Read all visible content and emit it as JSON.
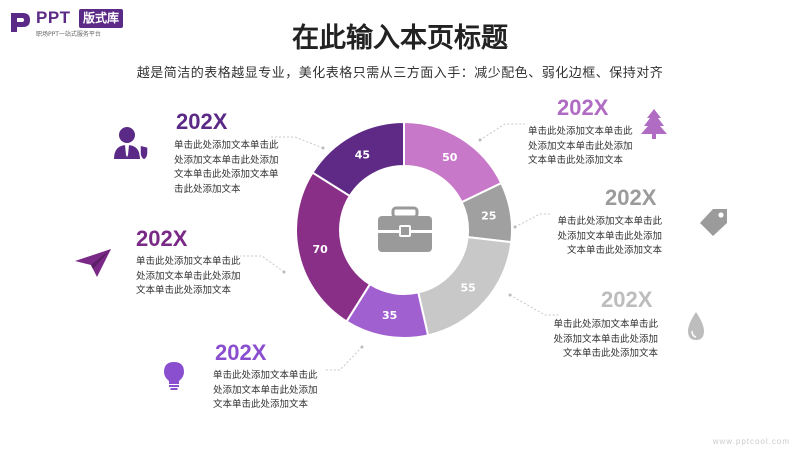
{
  "logo": {
    "brand": "PPT",
    "badge": "版式库",
    "tagline": "职场PPT一站式服务平台"
  },
  "header": {
    "title": "在此输入本页标题",
    "subtitle": "越是简洁的表格越显专业，美化表格只需从三方面入手：减少配色、弱化边框、保持对齐"
  },
  "items": [
    {
      "year": "202X",
      "text": "单击此处添加文本单击此处添加文本单击此处添加文本单击此处添加文本单击此处添加文本",
      "color": "#5b2a86",
      "icon": "user-badge-icon"
    },
    {
      "year": "202X",
      "text": "单击此处添加文本单击此处添加文本单击此处添加文本单击此处添加文本",
      "color": "#7a2a86",
      "icon": "paper-plane-icon"
    },
    {
      "year": "202X",
      "text": "单击此处添加文本单击此处添加文本单击此处添加文本单击此处添加文本",
      "color": "#8a4fcf",
      "icon": "lightbulb-icon"
    },
    {
      "year": "202X",
      "text": "单击此处添加文本单击此处添加文本单击此处添加文本单击此处添加文本",
      "color": "#b06cc2",
      "icon": "tree-icon"
    },
    {
      "year": "202X",
      "text": "单击此处添加文本单击此处添加文本单击此处添加文本单击此处添加文本",
      "color": "#9b9b9b",
      "icon": "tag-icon"
    },
    {
      "year": "202X",
      "text": "单击此处添加文本单击此处添加文本单击此处添加文本单击此处添加文本",
      "color": "#bdbdbd",
      "icon": "drop-icon"
    }
  ],
  "chart_data": {
    "type": "pie",
    "variant": "donut",
    "center_icon": "briefcase-icon",
    "slices": [
      {
        "value": 50,
        "color": "#c878c8"
      },
      {
        "value": 25,
        "color": "#a0a0a0"
      },
      {
        "value": 55,
        "color": "#c8c8c8"
      },
      {
        "value": 35,
        "color": "#a060d0"
      },
      {
        "value": 70,
        "color": "#8a2f88"
      },
      {
        "value": 45,
        "color": "#5e2a86"
      }
    ]
  },
  "footer": {
    "watermark": "www.pptcool.com"
  }
}
